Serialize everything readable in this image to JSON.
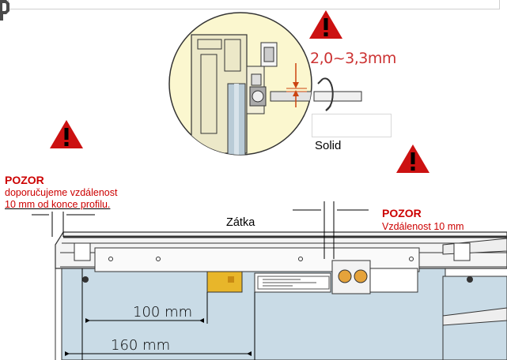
{
  "detail": {
    "gap_label": "2,0~3,3mm"
  },
  "solid_label": "Solid",
  "left_note": {
    "title": "POZOR",
    "line1": "doporučujeme vzdálenost",
    "line2": "10 mm od konce profilu."
  },
  "right_note": {
    "title": "POZOR",
    "text": "Vzdálenost 10 mm"
  },
  "zatka_label": "Zátka",
  "dimensions": {
    "d100": "100 mm",
    "d160": "160 mm"
  },
  "colors": {
    "warning": "#cc1111",
    "note_text": "#cc0000",
    "glass": "#c9dbe6",
    "cap": "#e8b62a",
    "detail_bg": "#fbf7cf"
  }
}
